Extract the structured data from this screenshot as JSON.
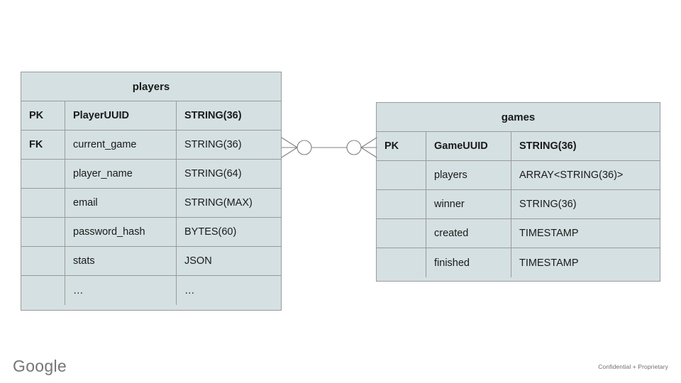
{
  "slide": {
    "background_color": "#ffffff",
    "entity_fill_color": "#d5e0e2",
    "entity_border_color": "#9a9a9a",
    "text_color": "#1a1a1a"
  },
  "entities": [
    {
      "name": "players",
      "title": "players",
      "rows": [
        {
          "key": "PK",
          "field": "PlayerUUID",
          "type": "STRING(36)",
          "bold": true
        },
        {
          "key": "FK",
          "field": "current_game",
          "type": "STRING(36)",
          "bold": false
        },
        {
          "key": "",
          "field": "player_name",
          "type": "STRING(64)",
          "bold": false
        },
        {
          "key": "",
          "field": "email",
          "type": "STRING(MAX)",
          "bold": false
        },
        {
          "key": "",
          "field": "password_hash",
          "type": "BYTES(60)",
          "bold": false
        },
        {
          "key": "",
          "field": "stats",
          "type": "JSON",
          "bold": false
        },
        {
          "key": "",
          "field": "…",
          "type": "…",
          "bold": false
        }
      ]
    },
    {
      "name": "games",
      "title": "games",
      "rows": [
        {
          "key": "PK",
          "field": "GameUUID",
          "type": "STRING(36)",
          "bold": true
        },
        {
          "key": "",
          "field": "players",
          "type": "ARRAY<STRING(36)>",
          "bold": false
        },
        {
          "key": "",
          "field": "winner",
          "type": "STRING(36)",
          "bold": false
        },
        {
          "key": "",
          "field": "created",
          "type": "TIMESTAMP",
          "bold": false
        },
        {
          "key": "",
          "field": "finished",
          "type": "TIMESTAMP",
          "bold": false
        }
      ]
    }
  ],
  "relationship": {
    "notation": "crows-foot",
    "left_end": "zero-or-many",
    "right_end": "zero-or-many",
    "from_entity": "players",
    "from_field": "current_game",
    "to_entity": "games",
    "to_field": "GameUUID",
    "line_color": "#808080"
  },
  "footer": {
    "logo_text": "Google",
    "confidentiality": "Confidential + Proprietary"
  }
}
